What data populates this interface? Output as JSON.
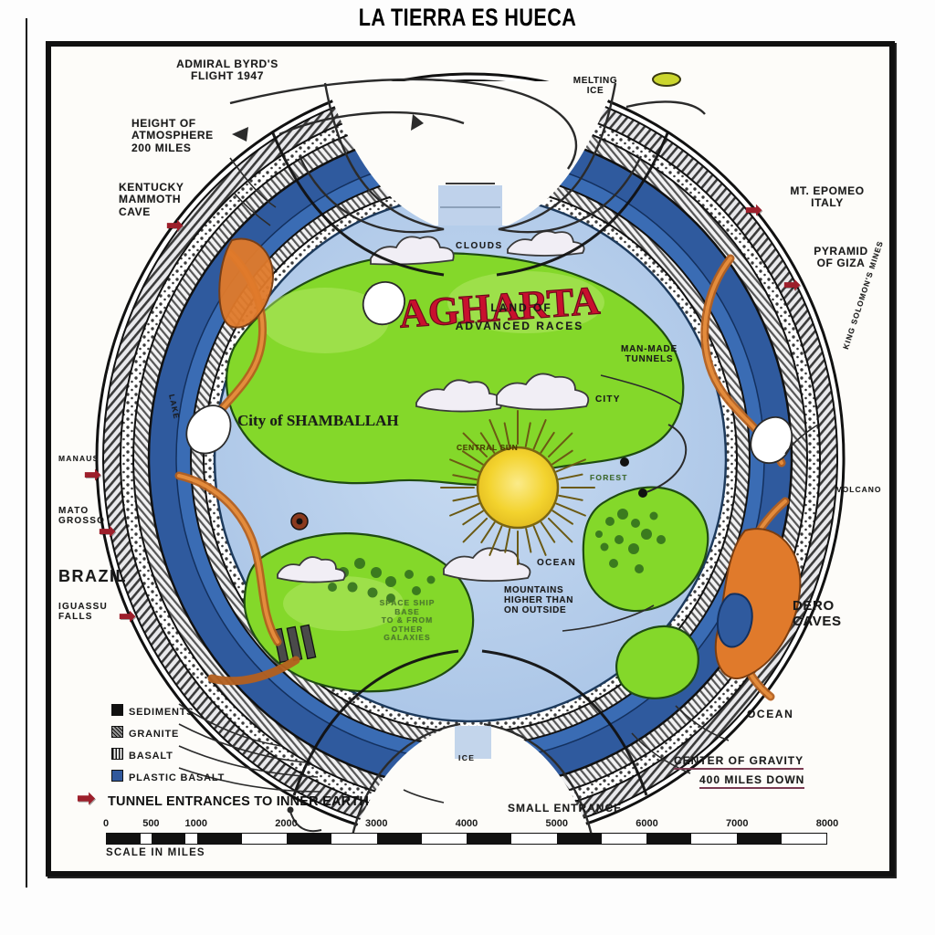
{
  "meme": {
    "title": "LA TIERRA ES HUECA"
  },
  "diagram": {
    "type": "cutaway-cross-section",
    "subject": "Hollow Earth with inner sun and Agharta",
    "center_label": "CENTRAL SUN",
    "realm_title": "AGHARTA",
    "realm_subtitle_line1": "LAND OF",
    "realm_subtitle_line2": "ADVANCED RACES",
    "city_label": "City of SHAMBALLAH"
  },
  "callouts": {
    "byrd": "ADMIRAL BYRD'S\nFLIGHT 1947",
    "atmosphere": "HEIGHT OF\nATMOSPHERE\n200 MILES",
    "kentucky": "KENTUCKY\nMAMMOTH\nCAVE",
    "melting_ice": "MELTING\nICE",
    "mt_epomeo": "MT. EPOMEO\nITALY",
    "pyramid": "PYRAMID\nOF GIZA",
    "king_solomon": "KING SOLOMON'S MINES",
    "volcano": "VOLCANO",
    "dero_caves": "DERO\nCAVES",
    "ocean_right": "OCEAN",
    "center_of_gravity_line1": "CENTER OF GRAVITY",
    "center_of_gravity_line2": "400 MILES DOWN",
    "small_entrance": "SMALL ENTRANCE",
    "ice_bottom": "ICE",
    "manaus": "MANAUS",
    "mato_grosso": "MATO\nGROSSO",
    "brazil": "BRAZIL",
    "iguassu": "IGUASSU\nFALLS",
    "lake": "LAKE",
    "clouds": "CLOUDS",
    "man_made_tunnels": "MAN-MADE\nTUNNELS",
    "city_small": "CITY",
    "forest": "FOREST",
    "ocean_inner": "OCEAN",
    "mountains": "MOUNTAINS\nHIGHER THAN\nON OUTSIDE",
    "space_ship_base": "SPACE SHIP\nBASE\nTO & FROM\nOTHER\nGALAXIES"
  },
  "legend": {
    "items": [
      {
        "label": "SEDIMENTS",
        "swatch": "solid-black"
      },
      {
        "label": "GRANITE",
        "swatch": "diagonal-hatch"
      },
      {
        "label": "BASALT",
        "swatch": "vertical-hatch"
      },
      {
        "label": "PLASTIC BASALT",
        "swatch": "solid-blue"
      }
    ],
    "tunnel_entrances": "TUNNEL ENTRANCES TO INNER EARTH",
    "tunnel_arrow_icon": "red-arrow-icon"
  },
  "scale": {
    "caption": "SCALE IN MILES",
    "ticks": [
      "0",
      "500",
      "1000",
      "2000",
      "3000",
      "4000",
      "5000",
      "6000",
      "7000",
      "8000"
    ],
    "tick_values": [
      0,
      500,
      1000,
      2000,
      3000,
      4000,
      5000,
      6000,
      7000,
      8000
    ],
    "max": 8000,
    "unit": "miles"
  },
  "colors": {
    "agharta_red": "#c8102e",
    "land_green": "#7ed321",
    "ocean_blue": "#a9c4e6",
    "crust_blue": "#2f5a9e",
    "sun_yellow": "#f3d32e",
    "tunnel_orange": "#e07a2b",
    "arrow_red": "#9d1f2b",
    "frame_black": "#111111"
  }
}
